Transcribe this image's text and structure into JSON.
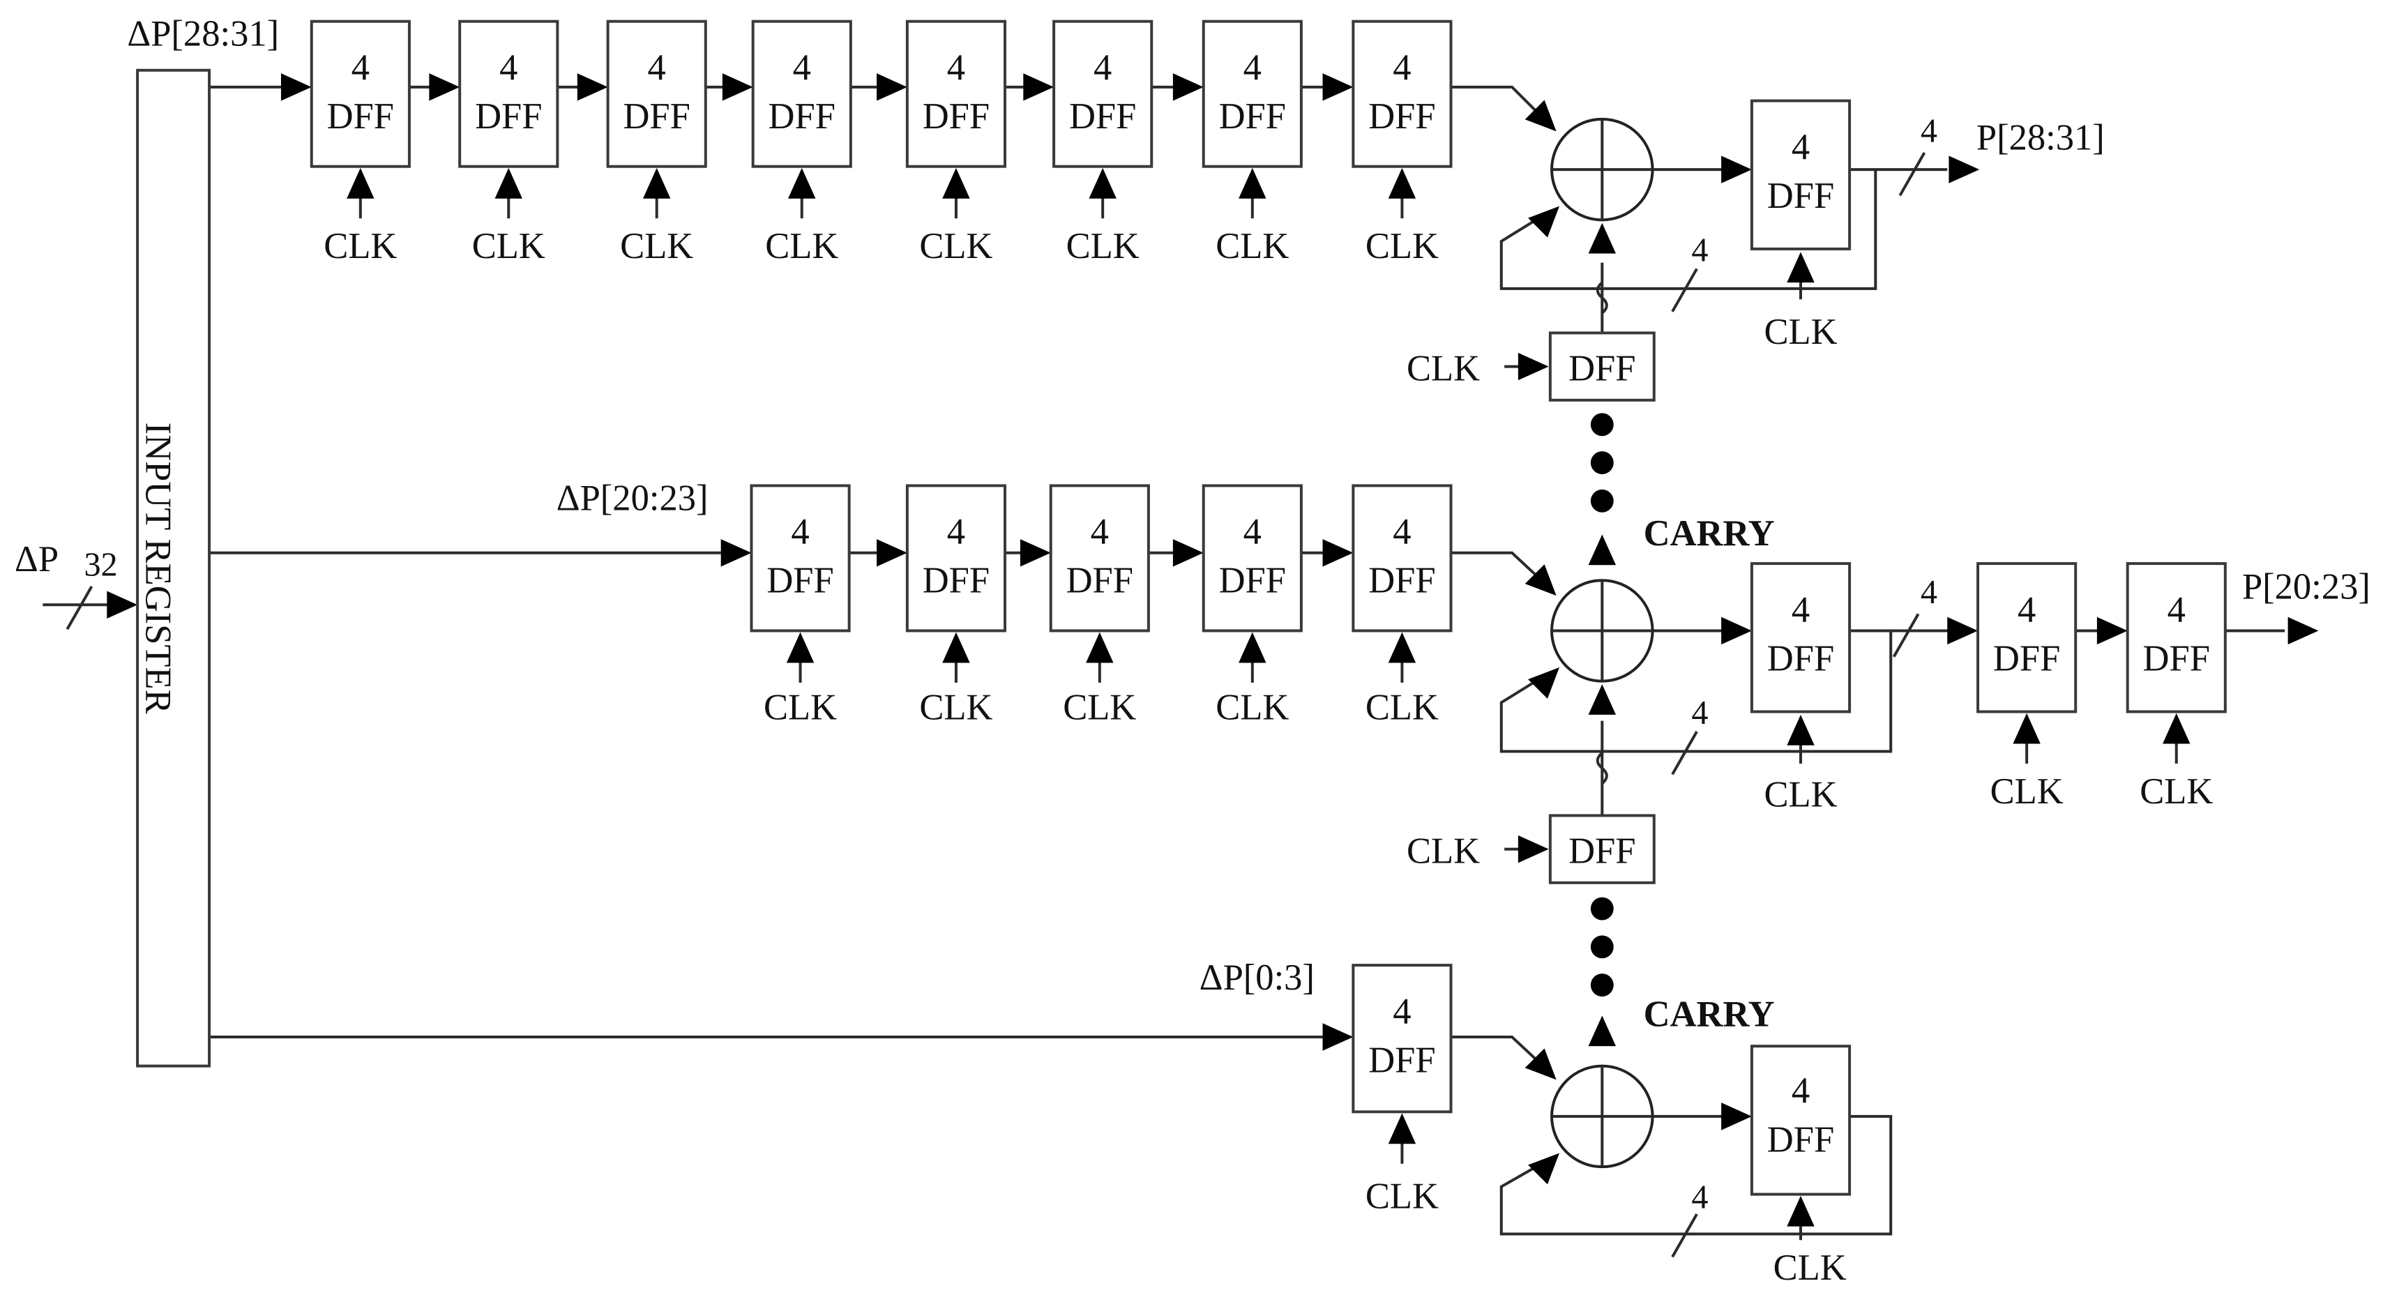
{
  "input": {
    "delta_p_label": "ΔP",
    "bus_width": "32",
    "register_label": "INPUT REGISTER"
  },
  "ff": {
    "width_label": "4",
    "type_label": "DFF",
    "clk_label": "CLK",
    "single_type_label": "DFF"
  },
  "rows": [
    {
      "id": "top",
      "input_label": "ΔP[28:31]",
      "output_label": "P[28:31]",
      "bus_width": "4",
      "feedback_width": "4"
    },
    {
      "id": "mid",
      "input_label": "ΔP[20:23]",
      "output_label": "P[20:23]",
      "bus_width": "4",
      "feedback_width": "4",
      "carry_label": "CARRY"
    },
    {
      "id": "bot",
      "input_label": "ΔP[0:3]",
      "feedback_width": "4",
      "carry_label": "CARRY"
    }
  ],
  "colors": {
    "line": "#2b2b2b",
    "text": "#111111",
    "arrow": "#000000",
    "box_fill": "#ffffff"
  }
}
